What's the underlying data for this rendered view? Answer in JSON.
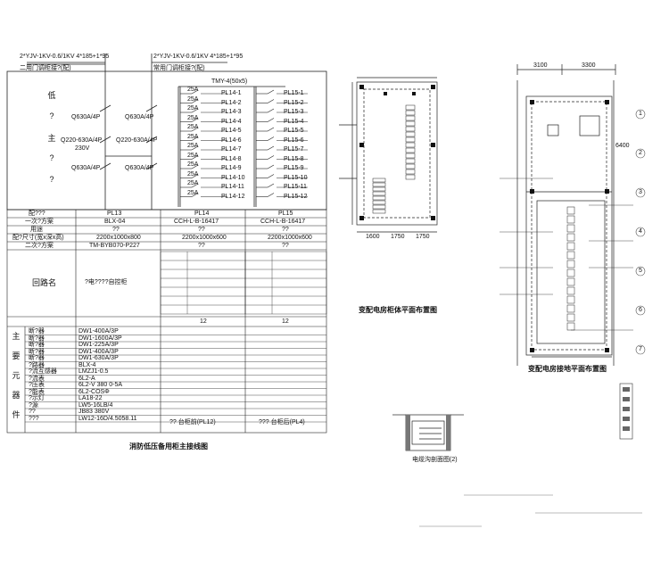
{
  "header": {
    "feeder_left": "2*YJV-1KV-0.6/1KV 4*185+1*95",
    "feeder_left_note": "二用门调柜接?(配)",
    "feeder_right": "2*YJV-1KV-0.6/1KV 4*185+1*95",
    "feeder_right_note": "常用门调柜接?(配)"
  },
  "bus_label": "TMY-4(50x5)",
  "left_side_chars": [
    "低",
    "?",
    "主",
    "?",
    "?"
  ],
  "main_breakers": [
    {
      "label": "Q630A/4P",
      "label2": "Q630A/4P"
    },
    {
      "label": "Q220-630A/4P",
      "label2": "Q220-630A/4P"
    },
    {
      "label": "Q630A/4P",
      "label2": "Q630A/4P"
    }
  ],
  "voltage_label": "230V",
  "branch_circuits": [
    {
      "rating": "25A",
      "id": "PL14-1"
    },
    {
      "rating": "25A",
      "id": "PL14-2"
    },
    {
      "rating": "25A",
      "id": "PL14-3"
    },
    {
      "rating": "25A",
      "id": "PL14-4"
    },
    {
      "rating": "25A",
      "id": "PL14-5"
    },
    {
      "rating": "25A",
      "id": "PL14-6"
    },
    {
      "rating": "25A",
      "id": "PL14-7"
    },
    {
      "rating": "25A",
      "id": "PL14-8"
    },
    {
      "rating": "25A",
      "id": "PL14-9"
    },
    {
      "rating": "25A",
      "id": "PL14-10"
    },
    {
      "rating": "25A",
      "id": "PL14-11"
    },
    {
      "rating": "25A",
      "id": "PL14-12"
    }
  ],
  "right_branch_circuits": [
    "PL15-1",
    "PL15-2",
    "PL15-3",
    "PL15-4",
    "PL15-5",
    "PL15-6",
    "PL15-7",
    "PL15-8",
    "PL15-9",
    "PL15-10",
    "PL15-11",
    "PL15-12"
  ],
  "table": {
    "rows": [
      {
        "label": "配???",
        "c1": "PL13",
        "c2": "PL14",
        "c3": "PL15"
      },
      {
        "label": "一次?方案",
        "c1": "BLX-04",
        "c2": "CCH-L-B-16417",
        "c3": "CCH-L-B-16417"
      },
      {
        "label": "用途",
        "c1": "??",
        "c2": "??",
        "c3": "??"
      },
      {
        "label": "配?尺寸(宽x深x高)",
        "c1": "2200x1000x800",
        "c2": "2200x1000x600",
        "c3": "2200x1000x600"
      },
      {
        "label": "二次?方案",
        "c1": "TM-BYB070-P227",
        "c2": "??",
        "c3": "??"
      },
      {
        "label": "回路名",
        "c1": "?电????自控柜",
        "c2": "",
        "c3": ""
      }
    ],
    "count_row": {
      "c2": "12",
      "c3": "12"
    },
    "section_chars": [
      "主",
      "要",
      "元",
      "器",
      "件"
    ],
    "components": [
      {
        "name": "断?器",
        "model": "DW1-400A/3P"
      },
      {
        "name": "断?器",
        "model": "DW1-1600A/3P"
      },
      {
        "name": "断?器",
        "model": "DW1-225A/3P"
      },
      {
        "name": "断?器",
        "model": "DW1-400A/3P"
      },
      {
        "name": "断?器",
        "model": "DW1-630A/3P"
      },
      {
        "name": "?路器",
        "model": "BLX-4"
      },
      {
        "name": "?流互感器",
        "model": "LMZJ1-0.5"
      },
      {
        "name": "?流表",
        "model": "6L2-A"
      },
      {
        "name": "?压表",
        "model": "6L2-V 380 0-5A"
      },
      {
        "name": "?能表",
        "model": "6L2-COSΦ"
      },
      {
        "name": "?示灯",
        "model": "LA18-22"
      },
      {
        "name": "?源",
        "model": "LW5-16LB/4"
      },
      {
        "name": "??",
        "model": "JB83 380V"
      },
      {
        "name": "???",
        "model": "LW12-16D/4.5058.11"
      }
    ],
    "note_c1": "?? 台柜前(PL12)",
    "note_c2": "??? 台柜后(PL4)"
  },
  "captions": {
    "main_diagram": "消防低压备用柜主接线图",
    "cabinet_plan": "变配电房柜体平面布置图",
    "grounding_plan": "变配电房接地平面布置图",
    "section": "电缆沟剖面图(2)"
  },
  "dimensions": {
    "top_left": "3100",
    "top_right": "3300",
    "side": "6400",
    "bottom1": "1600",
    "bottom2": "1750",
    "bottom3": "1750"
  },
  "axis_marks": [
    "1",
    "2",
    "3",
    "4",
    "5",
    "6",
    "7"
  ]
}
